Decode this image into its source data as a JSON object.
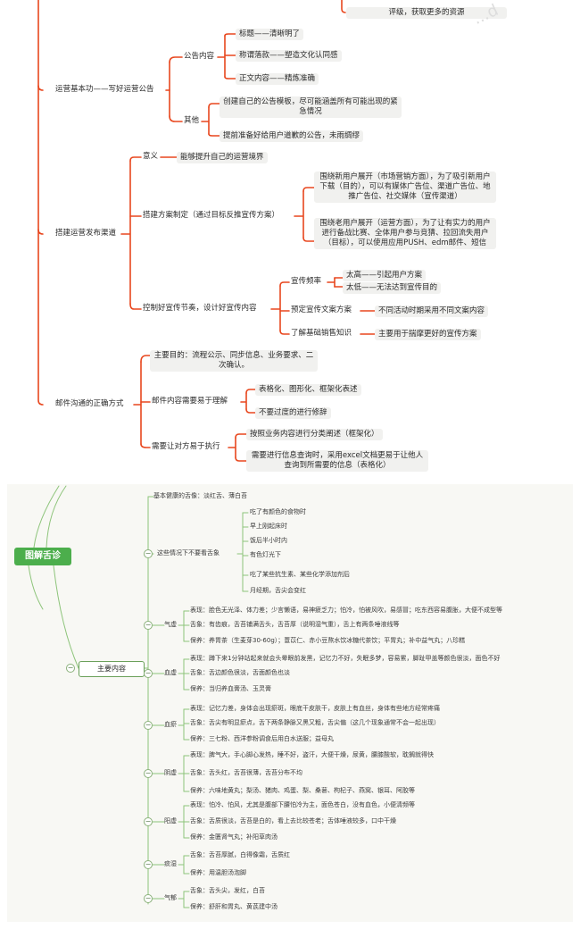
{
  "top_map": {
    "partial_top": "评级，获取更多的资源",
    "watermark": "...d",
    "b1": {
      "label": "运营基本功——写好运营公告",
      "notice_content": "公告内容",
      "title_item": "标题——清晰明了",
      "salutation_item": "称谓落款——塑造文化认同感",
      "body_item": "正文内容——精炼准确",
      "other": "其他",
      "template_item": "创建自己的公告模板，尽可能涵盖所有可能出现的紧急情况",
      "apology_item": "提前准备好给用户道歉的公告，未雨绸缪"
    },
    "b2": {
      "label": "搭建运营发布渠道",
      "meaning": "意义",
      "meaning_item": "能够提升自己的运营境界",
      "plan": "搭建方案制定（通过目标反推宣传方案）",
      "plan_new": "围绕新用户展开（市场营销方面），为了吸引新用户下载（目的），可以有媒体广告位、渠道广告位、地推广告位、社交媒体（宣传渠道）",
      "plan_old": "围绕老用户展开（运营方面），为了让有实力的用户进行备战比赛、全体用户参与竞猜、拉回流失用户（目标），可以使用应用PUSH、edm邮件、短信",
      "rhythm": "控制好宣传节奏，设计好宣传内容",
      "freq": "宣传频率",
      "freq_high": "太高——引起用户方案",
      "freq_low": "太低——无法达到宣传目的",
      "copy": "预定宣传文案方案",
      "copy_item": "不同活动时期采用不同文案内容",
      "sales": "了解基础销售知识",
      "sales_item": "主要用于揣摩更好的宣传方案"
    },
    "b3": {
      "label": "邮件沟通的正确方式",
      "purpose": "主要目的：流程公示、同步信息、业务要求、二次确认。",
      "understand": "邮件内容需要易于理解",
      "u1": "表格化、图形化、框架化表述",
      "u2": "不要过度的进行修辞",
      "execute": "需要让对方易于执行",
      "e1": "按照业务内容进行分类阐述（框架化）",
      "e2": "需要进行信息查询时，采用excel文档更易于让他人查询到所需要的信息（表格化）"
    }
  },
  "bottom_map": {
    "root": "图解舌诊",
    "main": "主要内容",
    "basic": "基本健康的舌像：淡红舌、薄白苔",
    "accuracy": {
      "label": "这些情况下不要看舌象",
      "items": [
        "吃了有颜色的食物时",
        "早上刚起床时",
        "饭后半小时内",
        "有色灯光下",
        "吃了某些抗生素、某些化学添加剂后",
        "月经期，舌尖会变红"
      ]
    },
    "qixu": {
      "label": "气虚",
      "s1": "表现：脸色无光泽、体力差；少言懒语，易神疲乏力；怕冷，怕被风吹，易感冒；吃东西容易腹胀，大便不成型等",
      "s2": "舌象：有齿痕，舌苔铺满舌头，舌苔厚（说明湿气重），舌上有两条唾液线等",
      "s3": "保养：养胃茶（生麦芽30-60g）；薏苡仁、赤小豆熬水饮冰糖代茶饮；平胃丸；补中益气丸；八珍糕"
    },
    "xuexu": {
      "label": "血虚",
      "s1": "表现：蹲下来1分钟站起来就会头晕眼前发黑，记忆力不好，失眠多梦，容易累，脚趾甲盖等颜色很淡，面色不好",
      "s2": "舌象：舌边颜色很淡，舌面颜色也淡",
      "s3": "保养：当归养血膏汤、玉灵膏"
    },
    "xueyu": {
      "label": "血瘀",
      "s1": "表现：记忆力差，身体会出现瘀斑，眼底干皮肤干，皮肤上有血丝，身体有些地方经常疼痛",
      "s2": "舌象：舌尖有明显瘀点，舌下两条静脉又黑又粗，舌尖偏（这几个现象通常不会一起出现）",
      "s3": "保养：三七粉、西洋参粉调食后用白水送服；益母丸"
    },
    "yinxu": {
      "label": "阴虚",
      "s1": "表现：脾气大，手心脚心发热，睡不好，盗汗，大便干燥，尿黄，腰膝酸软，耽搁就得快",
      "s2": "舌象：舌头红，舌苔很薄，舌苔分布不均",
      "s3": "保养：六味地黄丸；梨汤、猪肉、鸡蛋、梨、桑葚、枸杞子、燕窝、银耳、阿胶等"
    },
    "yangxu": {
      "label": "阳虚",
      "s1": "表现：怕冷、怕风，尤其是腹部下腰怕冷为主，面色苍白，没有血色，小便清频等",
      "s2": "舌象：舌质很淡，舌苔是白的，看上去比较苍老；舌体唾液较多，口中干燥",
      "s3": "保养：金匮肾气丸；补阳草肉汤"
    },
    "tanshi": {
      "label": "痰湿",
      "s1": "舌象：舌苔厚腻，白得像霜，舌质红",
      "s2": "保养：用温胆汤泡脚"
    },
    "qiyu": {
      "label": "气郁",
      "s1": "舌象：舌头尖，发红，白苔",
      "s2": "保养：舒肝和胃丸、黄芪建中汤"
    }
  }
}
